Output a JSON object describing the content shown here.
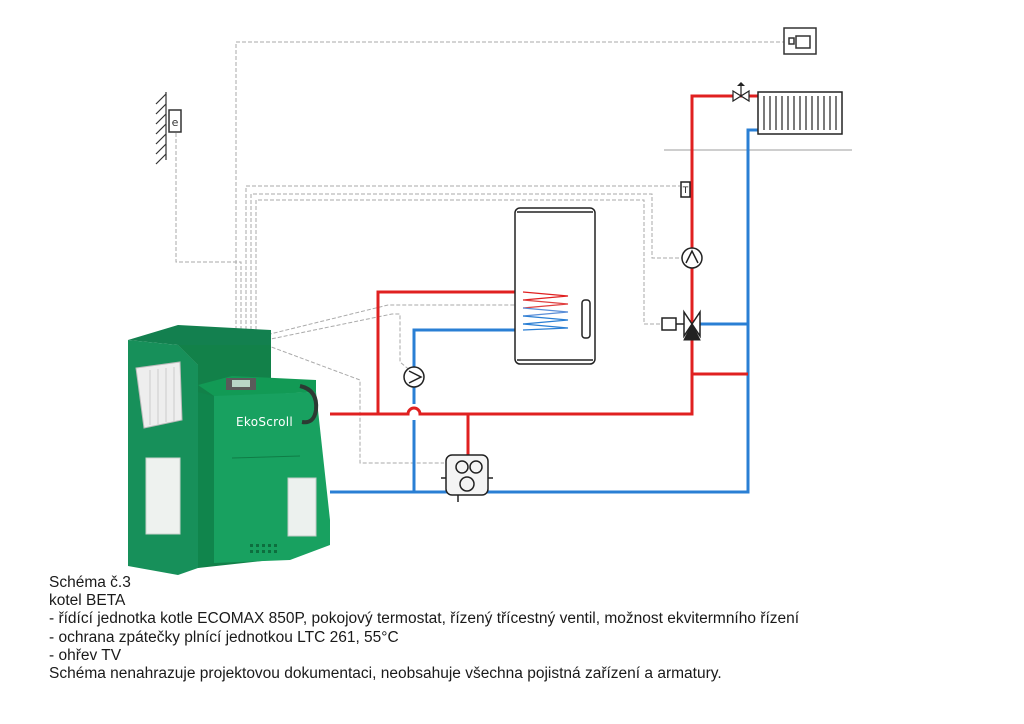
{
  "boiler": {
    "brand": "EkoScroll"
  },
  "caption": {
    "title": "Schéma č.3",
    "subtitle": "kotel BETA",
    "lines": [
      "- řídící jednotka kotle ECOMAX 850P, pokojový termostat, řízený třícestný ventil, možnost ekvitermního řízení",
      "- ochrana zpátečky plnící jednotkou LTC 261, 55°C",
      "- ohřev TV"
    ],
    "disclaimer": "Schéma nenahrazuje projektovou dokumentaci, neobsahuje všechna pojistná zařízení a armatury."
  },
  "colors": {
    "supply": "#e02020",
    "return": "#2a7fd4",
    "control_wire": "#aaaaaa",
    "boiler_green": "#17905a"
  }
}
